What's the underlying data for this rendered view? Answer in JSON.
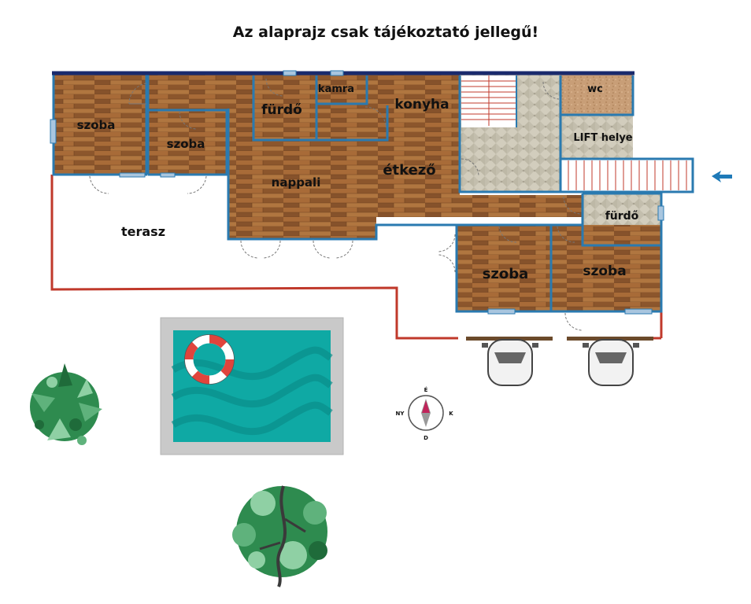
{
  "title": "Az alaprajz csak tájékoztató jellegű!",
  "rooms": {
    "szoba_top_left": "szoba",
    "szoba_small": "szoba",
    "furdo_top": "fürdő",
    "kamra": "kamra",
    "konyha": "konyha",
    "etkezo": "étkező",
    "nappali": "nappali",
    "wc": "wc",
    "lift": "LIFT helye",
    "furdo_right": "fürdő",
    "szoba_bottom_mid": "szoba",
    "szoba_bottom_right": "szoba",
    "terasz": "terasz"
  },
  "compass": {
    "north": "É",
    "south": "D",
    "west": "NY",
    "east": "K"
  },
  "icons": [
    "entrance-arrow-icon",
    "compass-icon",
    "life-ring-icon",
    "car-icon",
    "tree-icon"
  ],
  "colors": {
    "wall": "#2a7ab0",
    "top_wall": "#1a2a6c",
    "terrace": "#c0392b",
    "pool": "#0fa9a4",
    "wood": "#9a6233",
    "tile": "#cfcab9",
    "arrow": "#1f7ab8"
  }
}
